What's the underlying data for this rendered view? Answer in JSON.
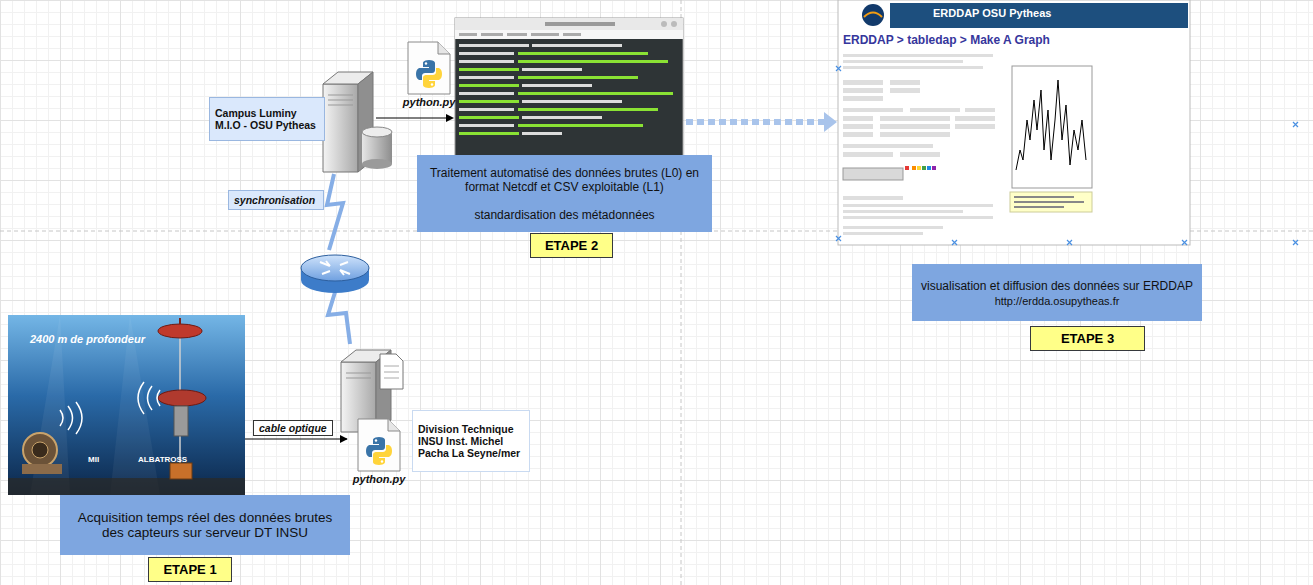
{
  "diagram": {
    "nodes": [
      {
        "text": [
          "Campus Luminy M.I.O - OSU Pytheas"
        ]
      },
      {
        "text": [
          "python.py"
        ]
      },
      {
        "text": [
          "synchronisation"
        ]
      },
      {
        "text": [
          "Traitement automatisé des données brutes (L0) en format Netcdf et CSV exploitable (L1)",
          "standardisation des métadonnées"
        ]
      },
      {
        "text": [
          "ETAPE 2"
        ]
      },
      {
        "text": [
          "ERDDAP OSU Pytheas",
          "ERDDAP > tabledap > Make A Graph"
        ]
      },
      {
        "text": [
          "visualisation et diffusion des données sur ERDDAP",
          "http://erdda.osupytheas.fr"
        ]
      },
      {
        "text": [
          "ETAPE 3"
        ]
      },
      {
        "text": [
          "2400 m de profondeur",
          "MII",
          "ALBATROSS"
        ]
      },
      {
        "text": [
          "python.py"
        ]
      },
      {
        "text": [
          "Division Technique INSU Inst. Michel Pacha La Seyne/mer"
        ]
      },
      {
        "text": [
          "Acquisition temps réel des données brutes des capteurs sur serveur DT INSU"
        ]
      },
      {
        "text": [
          "ETAPE 1"
        ]
      }
    ],
    "edges": [
      {
        "from": 8,
        "to": 9,
        "label": "cable optique",
        "arrow": "to"
      }
    ]
  }
}
